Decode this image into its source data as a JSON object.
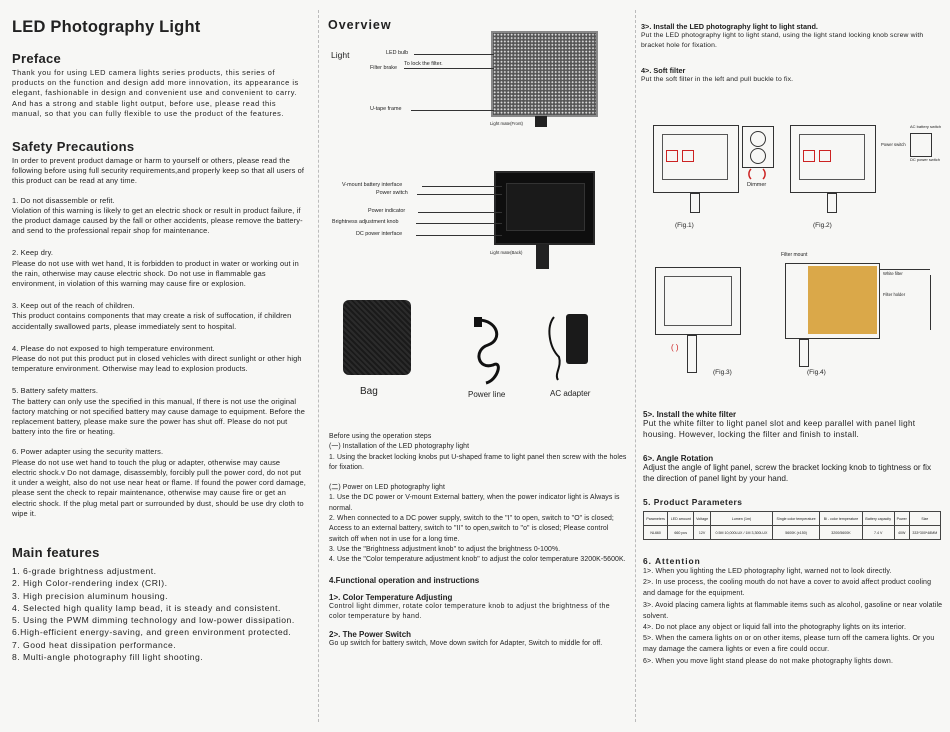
{
  "left": {
    "title": "LED Photography Light",
    "preface_heading": "Preface",
    "preface_text": "Thank you for using LED camera lights series products, this series of products on the function and design add more innovation, its appearance is elegant, fashionable in design and convenient use and convenient to carry. And has a strong and stable light output, before use, please read this manual, so that you can fully flexible to use the product of the features.",
    "safety_heading": "Safety Precautions",
    "safety_intro": "In order to prevent product damage or harm to yourself or others, please read the following before using full security requirements,and properly keep so that all users of this product can be read at any time.",
    "safety_items": [
      {
        "title": "1. Do not disassemble or refit.",
        "text": "Violation of this warning is likely to get an electric shock or result in product failure, if the product damage caused by the fall or other accidents, please remove the battery- and send to the professional repair shop for maintenance."
      },
      {
        "title": "2. Keep dry.",
        "text": "Please do not use with wet hand, It is forbidden to product in water or working out in the rain, otherwise may cause electric shock. Do not use in flammable gas environment, in violation of this warning may cause fire or explosion."
      },
      {
        "title": "3. Keep out of the reach of children.",
        "text": "This product contains components that may create a risk of suffocation, if children accidentally swallowed parts, please immediately sent to hospital."
      },
      {
        "title": "4. Please do not exposed to high temperature environment.",
        "text": "Please do not put this product put in closed vehicles with direct sunlight or other high temperature environment. Otherwise may lead to explosion products."
      },
      {
        "title": "5. Battery safety matters.",
        "text": "The battery can only use the specified in this manual, If there is not use the original factory matching or not specified battery may cause damage to equipment. Before the replacement battery, please make sure the power has shut off. Please do not put battery into the fire or heating."
      },
      {
        "title": "6. Power adapter using the security matters.",
        "text": "Please do not use wet hand to touch the plug or adapter, otherwise may cause electric shock.v Do not damage, disassembly, forcibly pull the power cord, do not put it under a weight, also do not use near heat or flame. If found the power cord damage, please sent the check to repair maintenance, otherwise may cause fire or get an electric shock. If the plug metal part or surrounded by dust, should be use dry cloth to wipe it."
      }
    ],
    "features_heading": "Main features",
    "features": [
      "1. 6-grade brightness adjustment.",
      "2. High Color-rendering index (CRI).",
      "3. High precision aluminum housing.",
      "4. Selected high quality lamp bead, it is steady and consistent.",
      "5. Using the PWM dimming technology and low-power dissipation.",
      "6.High-efficient energy-saving, and green environment protected.",
      "7. Good heat dissipation performance.",
      "8. Multi-angle photography fill light shooting."
    ]
  },
  "middle": {
    "overview_heading": "Overview",
    "light_label": "Light",
    "front_labels": {
      "bulb": "LED bulb",
      "brake": "Filter brake",
      "lock": "To lock the filter.",
      "frame": "U-tape frame",
      "caption": "Light mate(Front)"
    },
    "back_labels": {
      "vmount": "V-mount battery interface",
      "power_switch": "Power switch",
      "indicator": "Power indicator",
      "brightness": "Brightness adjustment knob",
      "dc": "DC power interface",
      "caption": "Light mate(Back)"
    },
    "accessories": [
      "Bag",
      "Power line",
      "AC adapter"
    ],
    "steps_heading": "Before using the operation steps",
    "install_title": "(一) Installation of the LED photography light",
    "install_text": "1. Using the bracket locking knobs put U-shaped frame to light panel then screw with the holes for fixation.",
    "power_title": "(二) Power on LED photography light",
    "power_lines": [
      "1. Use the DC power or V-mount External battery, when the power indicator light is Always is normal.",
      "2. When connected to a DC power supply, switch to the \"I\" to open, switch to \"O\" is closed; Access to an external battery, switch to \"II\" to open,switch to \"o\" is closed; Please control switch off when not in use for a long time.",
      "3. Use the \"Brightness adjustment knob\" to adjust the brightness 0-100%.",
      "4. Use the \"Color temperature adjustment knob\" to adjust the color temperature 3200K-5600K."
    ],
    "functional_heading": "4.Functional operation and instructions",
    "color_temp_title": "1>. Color Temperature Adjusting",
    "color_temp_text": "Control light dimmer, rotate color temperature knob to adjust the brightness of the color temperature by hand.",
    "power_switch_title": "2>. The Power Switch",
    "power_switch_text": "Go up switch for battery switch, Move down switch for Adapter, Switch to middle for off."
  },
  "right": {
    "s3_title": "3>. Install the LED photography light to light stand.",
    "s3_text": "Put the LED photography light to light stand, using the light stand locking knob screw with bracket hole for fixation.",
    "s4_title": "4>. Soft filter",
    "s4_text": "Put the soft filter in the left and pull buckle to fix.",
    "fig_labels": {
      "fig1": "(Fig.1)",
      "fig2": "(Fig.2)",
      "fig3": "(Fig.3)",
      "fig4": "(Fig.4)",
      "dimmer": "Dimmer",
      "power_switch": "Power switch",
      "ac": "AC battery switch",
      "dc": "DC power switch",
      "filter_mount": "Filter mount",
      "white_filter": "White filter",
      "filter_holder": "Filter holder"
    },
    "s5_title": "5>. Install the white filter",
    "s5_text": "Put the white filter to light panel slot and keep parallel with panel light housing. However, locking the filter and finish to install.",
    "s6_title": "6>. Angle Rotation",
    "s6_text": "Adjust the angle of light panel, screw the bracket locking knob to tightness or fix the direction of panel light by your hand.",
    "params_heading": "5. Product Parameters",
    "params_headers": [
      "Parameters",
      "LED amount",
      "Voltage",
      "Lumen (1m)",
      "Single color temperature",
      "Bi - color temperature",
      "Battery capacity",
      "Power",
      "Size"
    ],
    "params_values": [
      "NL660",
      "660 pcs",
      "12V",
      "0.5M 10,000LUX / 1M 3,300LUX",
      "5600K (±150)",
      "3200/5600K",
      "7.4 V",
      "40W",
      "333*300*48MM"
    ],
    "attention_heading": "6. Attention",
    "attention_items": [
      "1>. When you lighting the LED photography light, warned not to look directly.",
      "2>. In use process, the cooling mouth do not have a cover to avoid affect product cooling and damage for the equipment.",
      "3>. Avoid placing camera lights at flammable items such as alcohol, gasoline or near volatile solvent.",
      "4>. Do not place any object or liquid fall into the photography lights on its interior.",
      "5>. When the camera lights on or on other items, please turn off the camera lights. Or you may damage the camera lights or even a fire could occur.",
      "6>. When you move light stand please do not make photography lights down."
    ]
  }
}
